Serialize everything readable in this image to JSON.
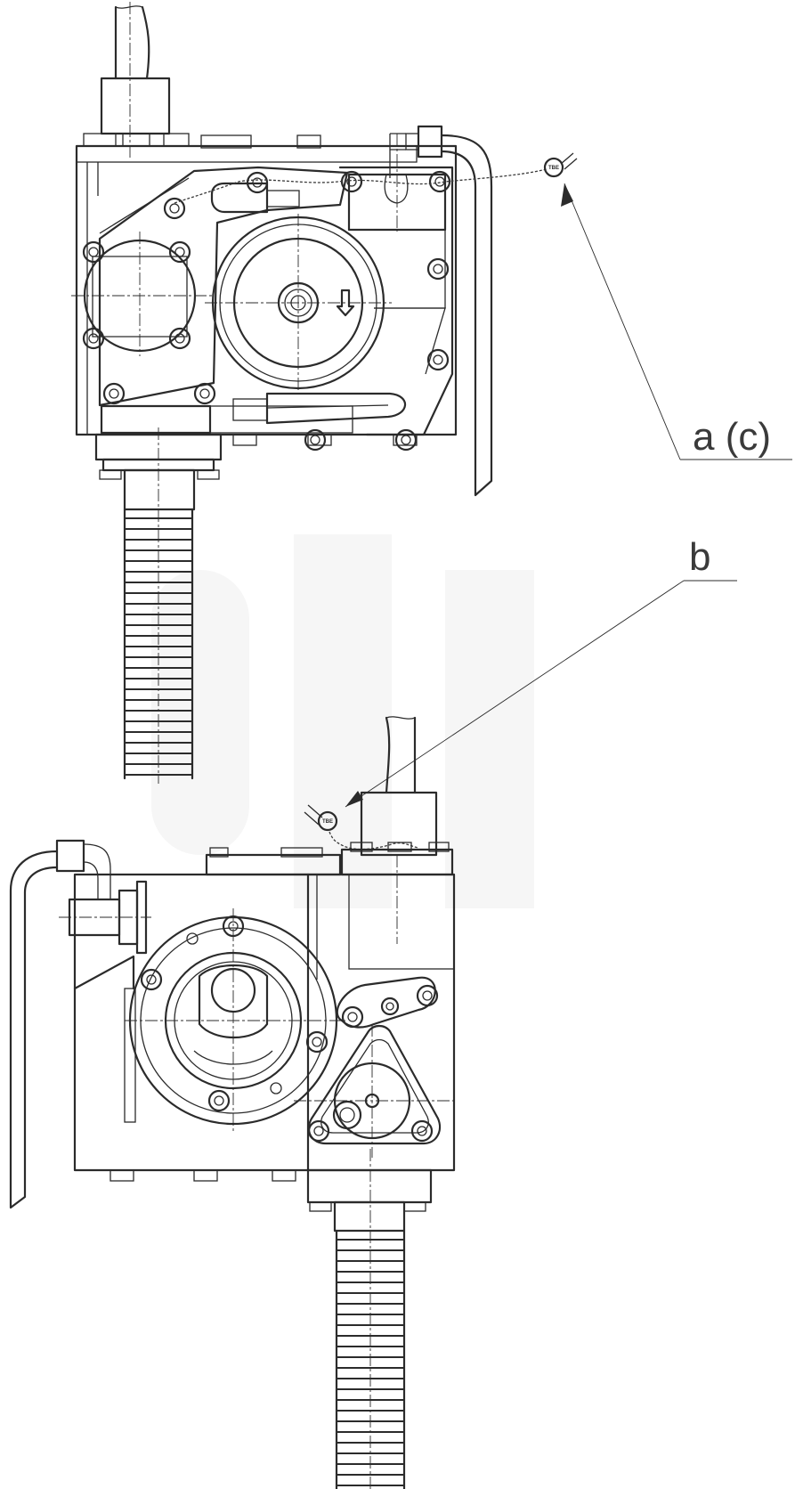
{
  "callouts": {
    "a_label": "a (c)",
    "b_label": "b"
  },
  "seals": {
    "top_seal_text": "TBE",
    "bottom_seal_text": "TBE"
  }
}
